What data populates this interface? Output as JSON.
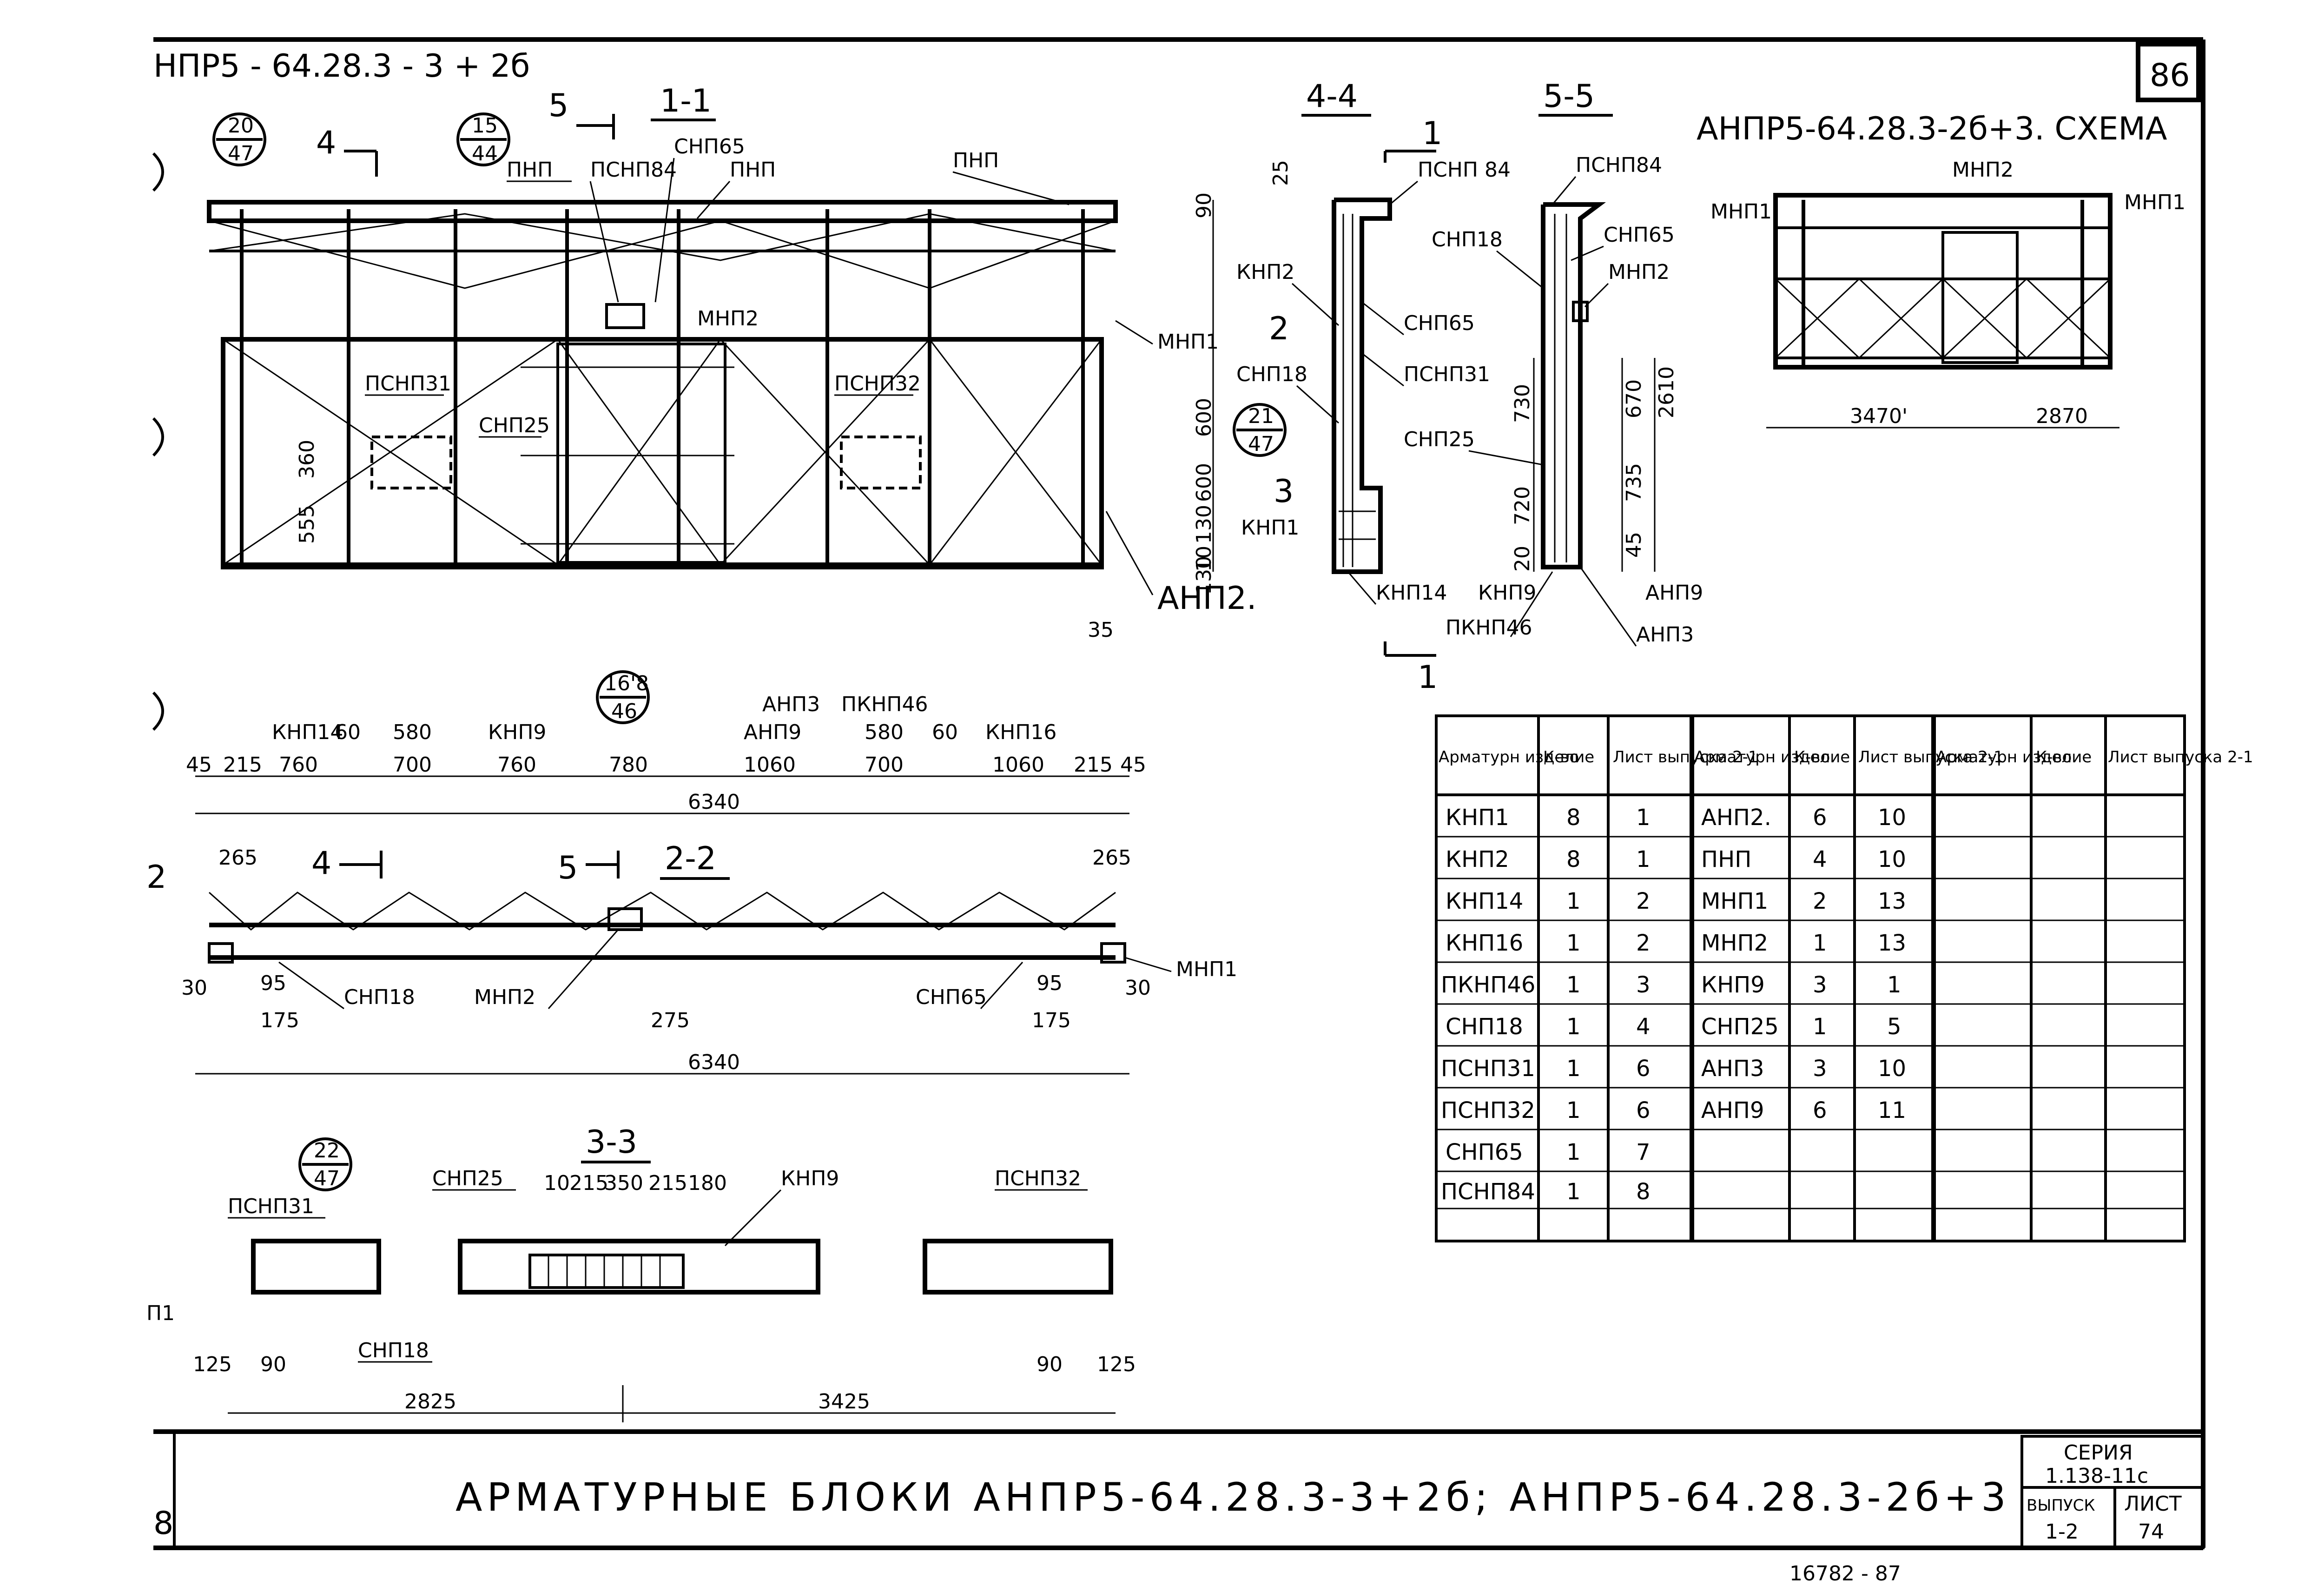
{
  "sheet_number": "86",
  "drawing_label": "НПР5 - 64.28.3 - 3 + 2б",
  "scheme_title": "АНПР5-64.28.3-2б+3. СХЕМА",
  "section_labels": {
    "s11": "1-1",
    "s22": "2-2",
    "s33": "3-3",
    "s44": "4-4",
    "s55": "5-5"
  },
  "cut_marks": {
    "c4": "4",
    "c5": "5",
    "c1": "1",
    "c2": "2",
    "c3": "3"
  },
  "callouts": [
    {
      "top": "20",
      "bottom": "47"
    },
    {
      "top": "15",
      "bottom": "44"
    },
    {
      "top": "16'8",
      "bottom": "46"
    },
    {
      "top": "21",
      "bottom": "47"
    },
    {
      "top": "22",
      "bottom": "47"
    }
  ],
  "elevation_labels": {
    "pnp_l": "ПНП",
    "psnp84": "ПСНП84",
    "snp65": "СНП65",
    "pnp_m": "ПНП",
    "pnp_r": "ПНП",
    "mnp2": "МНП2",
    "mnp1": "МНП1",
    "psnp31": "ПСНП31",
    "psnp32": "ПСНП32",
    "snp25": "СНП25",
    "anp2": "АНП2.",
    "knp14": "КНП14",
    "knp9": "КНП9",
    "anp3": "АНП3",
    "anp9": "АНП9",
    "pknp46": "ПКНП46",
    "knp16": "КНП16"
  },
  "elevation_dims": {
    "d90": "90",
    "d600a": "600",
    "d600b": "600",
    "d130": "130",
    "d130b": "130",
    "d10": "10",
    "d35": "35",
    "d360": "360",
    "d555": "555",
    "top_row": [
      "60",
      "580",
      "580",
      "60"
    ],
    "bottom_row": [
      "45",
      "215",
      "760",
      "700",
      "760",
      "780",
      "1060",
      "700",
      "1060",
      "215",
      "45"
    ],
    "total": "6340"
  },
  "section44": {
    "d25": "25",
    "psnp84": "ПСНП 84",
    "knp2": "КНП2",
    "snp65": "СНП65",
    "psnp31": "ПСНП31",
    "snp18": "СНП18",
    "knp1": "КНП1",
    "knp14": "КНП14"
  },
  "section55": {
    "psnp84": "ПСНП84",
    "snp18": "СНП18",
    "snp65": "СНП65",
    "mnp2": "МНП2",
    "snp25": "СНП25",
    "knp9": "КНП9",
    "pknp46": "ПКНП46",
    "anp9": "АНП9",
    "anp3": "АНП3",
    "d730": "730",
    "d720": "720",
    "d20": "20",
    "d670": "670",
    "d2610": "2610",
    "d735": "735",
    "d45": "45"
  },
  "scheme": {
    "mnp1_l": "МНП1",
    "mnp2": "МНП2",
    "mnp1_r": "МНП1",
    "d3470": "3470'",
    "d2870": "2870"
  },
  "section22": {
    "d265l": "265",
    "d265r": "265",
    "d30l": "30",
    "d95l": "95",
    "d175l": "175",
    "snp18": "СНП18",
    "mnp2": "МНП2",
    "d275": "275",
    "snp65": "СНП65",
    "d95r": "95",
    "d175r": "175",
    "d30r": "30",
    "mnp1": "МНП1",
    "total": "6340",
    "mark2": "2"
  },
  "section33": {
    "psnp31": "ПСНП31",
    "snp25": "СНП25",
    "knp9": "КНП9",
    "psnp32": "ПСНП32",
    "snp18": "СНП18",
    "np1": "П1",
    "top_dims": [
      "10",
      "215",
      "350",
      "215",
      "180"
    ],
    "d125l": "125",
    "d90l": "90",
    "d90r": "90",
    "d125r": "125",
    "d2825": "2825",
    "d3425": "3425"
  },
  "table": {
    "headers": [
      [
        "Арматурн изделие",
        "К-во",
        "Лист выпуска 2-1"
      ],
      [
        "Арматурн изделие",
        "К-во",
        "Лист выпуска 2-1"
      ],
      [
        "Арматурн изделие",
        "К-во",
        "Лист выпуска 2-1"
      ]
    ],
    "group1": [
      [
        "КНП1",
        "8",
        "1"
      ],
      [
        "КНП2",
        "8",
        "1"
      ],
      [
        "КНП14",
        "1",
        "2"
      ],
      [
        "КНП16",
        "1",
        "2"
      ],
      [
        "ПКНП46",
        "1",
        "3"
      ],
      [
        "СНП18",
        "1",
        "4"
      ],
      [
        "ПСНП31",
        "1",
        "6"
      ],
      [
        "ПСНП32",
        "1",
        "6"
      ],
      [
        "СНП65",
        "1",
        "7"
      ],
      [
        "ПСНП84",
        "1",
        "8"
      ]
    ],
    "group2": [
      [
        "АНП2.",
        "6",
        "10"
      ],
      [
        "ПНП",
        "4",
        "10"
      ],
      [
        "МНП1",
        "2",
        "13"
      ],
      [
        "МНП2",
        "1",
        "13"
      ],
      [
        "КНП9",
        "3",
        "1"
      ],
      [
        "СНП25",
        "1",
        "5"
      ],
      [
        "АНП3",
        "3",
        "10"
      ],
      [
        "АНП9",
        "6",
        "11"
      ]
    ]
  },
  "title_block": {
    "title": "АРМАТУРНЫЕ БЛОКИ АНПР5-64.28.3-3+2б; АНПР5-64.28.3-2б+3",
    "series_label": "СЕРИЯ",
    "series_value": "1.138-11с",
    "issue_label": "ВЫПУСК",
    "issue_value": "1-2",
    "sheet_label": "ЛИСТ",
    "sheet_value": "74",
    "left_mark": "8",
    "bottom_note": "16782 - 87"
  }
}
